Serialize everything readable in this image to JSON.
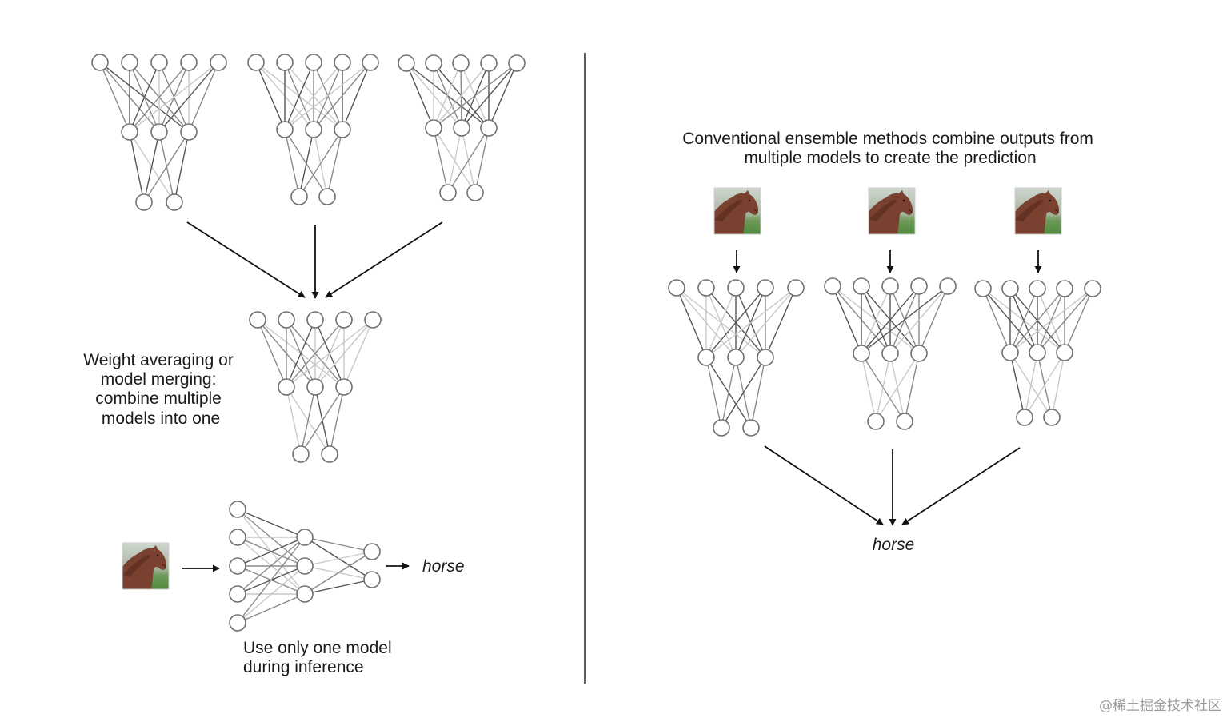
{
  "left_panel": {
    "merge_label": [
      "Weight averaging or",
      "model merging:",
      "combine multiple",
      "models into one"
    ],
    "inference_label": [
      "Use only one model",
      "during inference"
    ],
    "output_label": "horse"
  },
  "right_panel": {
    "title": [
      "Conventional ensemble methods combine outputs from",
      "multiple models to create the prediction"
    ],
    "output_label": "horse"
  },
  "watermark": "@稀土掘金技术社区",
  "icons": {
    "input_image": "horse-photo-icon",
    "arrow": "arrow-icon",
    "network": "neural-network-icon"
  },
  "colors": {
    "text": "#1a1a1a",
    "node_stroke": "#707070",
    "edge_dark": "#555555",
    "edge_mid": "#8a8a8a",
    "edge_light": "#c8c8c8",
    "divider": "#333333",
    "watermark": "#9a9a9a"
  }
}
